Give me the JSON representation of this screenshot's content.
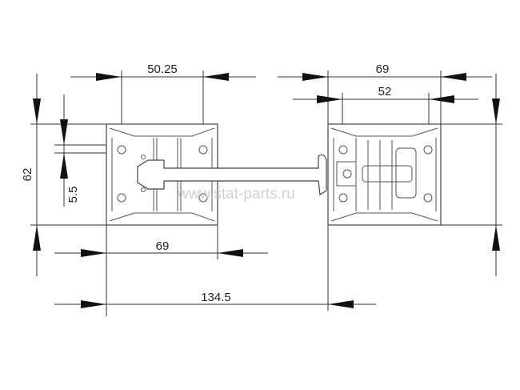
{
  "title": "Door holder dimensional drawing",
  "dimensions": {
    "hole_spacing_left": "50.25",
    "width_right_part": "69",
    "hole_spacing_right": "52",
    "height": "62",
    "hole_offset": "5.5",
    "width_left_part": "69",
    "overall_length": "134.5"
  },
  "watermark": "www.stat-parts.ru",
  "colors": {
    "line": "#333333",
    "text": "#222222",
    "watermark": "#c8c8c8"
  }
}
